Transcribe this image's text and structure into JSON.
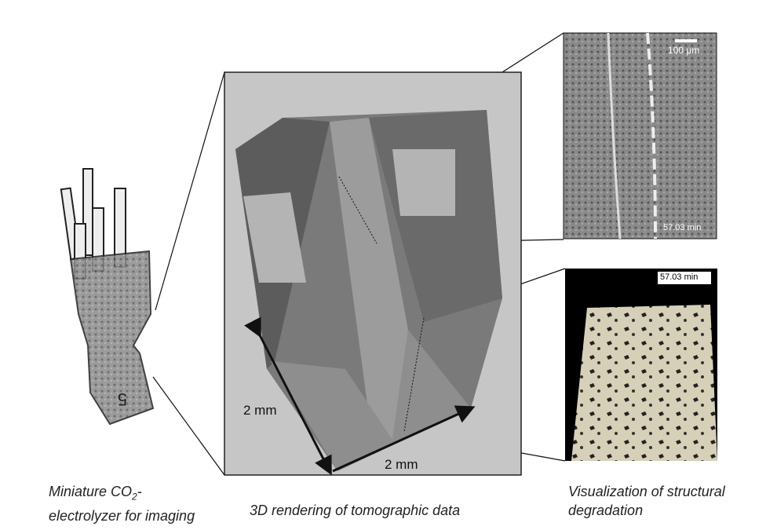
{
  "captions": {
    "left_line1": "Miniature CO",
    "left_sub": "2",
    "left_line1_end": "-",
    "left_line2": "electrolyzer for imaging",
    "center": "3D rendering of tomographic data",
    "right_line1": "Visualization of structural",
    "right_line2": "degradation"
  },
  "scale": {
    "vertical": "2 mm",
    "horizontal": "2 mm",
    "scalebar": "100 μm"
  },
  "timestamps": {
    "slice": "57.03 min",
    "surface": "57.03 min"
  },
  "colors": {
    "render_bg": "#c6c6c6",
    "surface": "#d8d2bc",
    "lines": "#111111"
  }
}
